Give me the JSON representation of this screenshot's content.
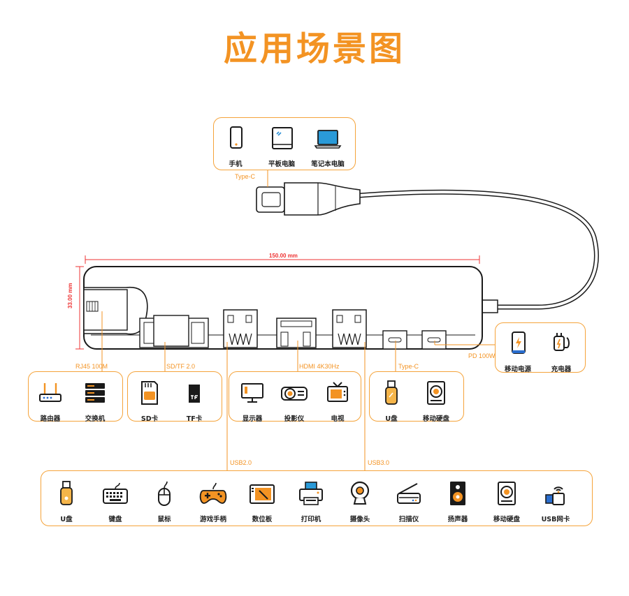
{
  "title": "应用场景图",
  "dimensions": {
    "width_label": "150.00 mm",
    "height_label": "33.00 mm"
  },
  "colors": {
    "accent": "#f39323",
    "dim": "#e33333",
    "dark": "#1a1a1a"
  },
  "host": {
    "port_label": "Type-C",
    "items": [
      {
        "label": "手机",
        "icon": "phone-icon"
      },
      {
        "label": "平板电脑",
        "icon": "tablet-icon"
      },
      {
        "label": "笔记本电脑",
        "icon": "laptop-icon"
      }
    ]
  },
  "pd": {
    "port_label": "PD 100W",
    "items": [
      {
        "label": "移动电源",
        "icon": "power-bank-icon"
      },
      {
        "label": "充电器",
        "icon": "charger-icon"
      }
    ]
  },
  "rj45": {
    "port_label": "RJ45 100M",
    "items": [
      {
        "label": "路由器",
        "icon": "router-icon"
      },
      {
        "label": "交换机",
        "icon": "switch-icon"
      }
    ]
  },
  "card": {
    "port_label": "SD/TF 2.0",
    "items": [
      {
        "label": "SD卡",
        "icon": "sd-card-icon"
      },
      {
        "label": "TF卡",
        "icon": "tf-card-icon"
      }
    ]
  },
  "hdmi": {
    "port_label": "HDMI 4K30Hz",
    "items": [
      {
        "label": "显示器",
        "icon": "monitor-icon"
      },
      {
        "label": "投影仪",
        "icon": "projector-icon"
      },
      {
        "label": "电视",
        "icon": "tv-icon"
      }
    ]
  },
  "typec": {
    "port_label": "Type-C",
    "items": [
      {
        "label": "U盘",
        "icon": "usb-drive-icon"
      },
      {
        "label": "移动硬盘",
        "icon": "hard-drive-icon"
      }
    ]
  },
  "usb": {
    "usb2_label": "USB2.0",
    "usb3_label": "USB3.0",
    "items": [
      {
        "label": "U盘",
        "icon": "usb-drive-icon"
      },
      {
        "label": "键盘",
        "icon": "keyboard-icon"
      },
      {
        "label": "鼠标",
        "icon": "mouse-icon"
      },
      {
        "label": "游戏手柄",
        "icon": "gamepad-icon"
      },
      {
        "label": "数位板",
        "icon": "drawing-tablet-icon"
      },
      {
        "label": "打印机",
        "icon": "printer-icon"
      },
      {
        "label": "摄像头",
        "icon": "webcam-icon"
      },
      {
        "label": "扫描仪",
        "icon": "scanner-icon"
      },
      {
        "label": "扬声器",
        "icon": "speaker-icon"
      },
      {
        "label": "移动硬盘",
        "icon": "hard-drive-icon"
      },
      {
        "label": "USB网卡",
        "icon": "usb-wifi-icon"
      }
    ]
  }
}
